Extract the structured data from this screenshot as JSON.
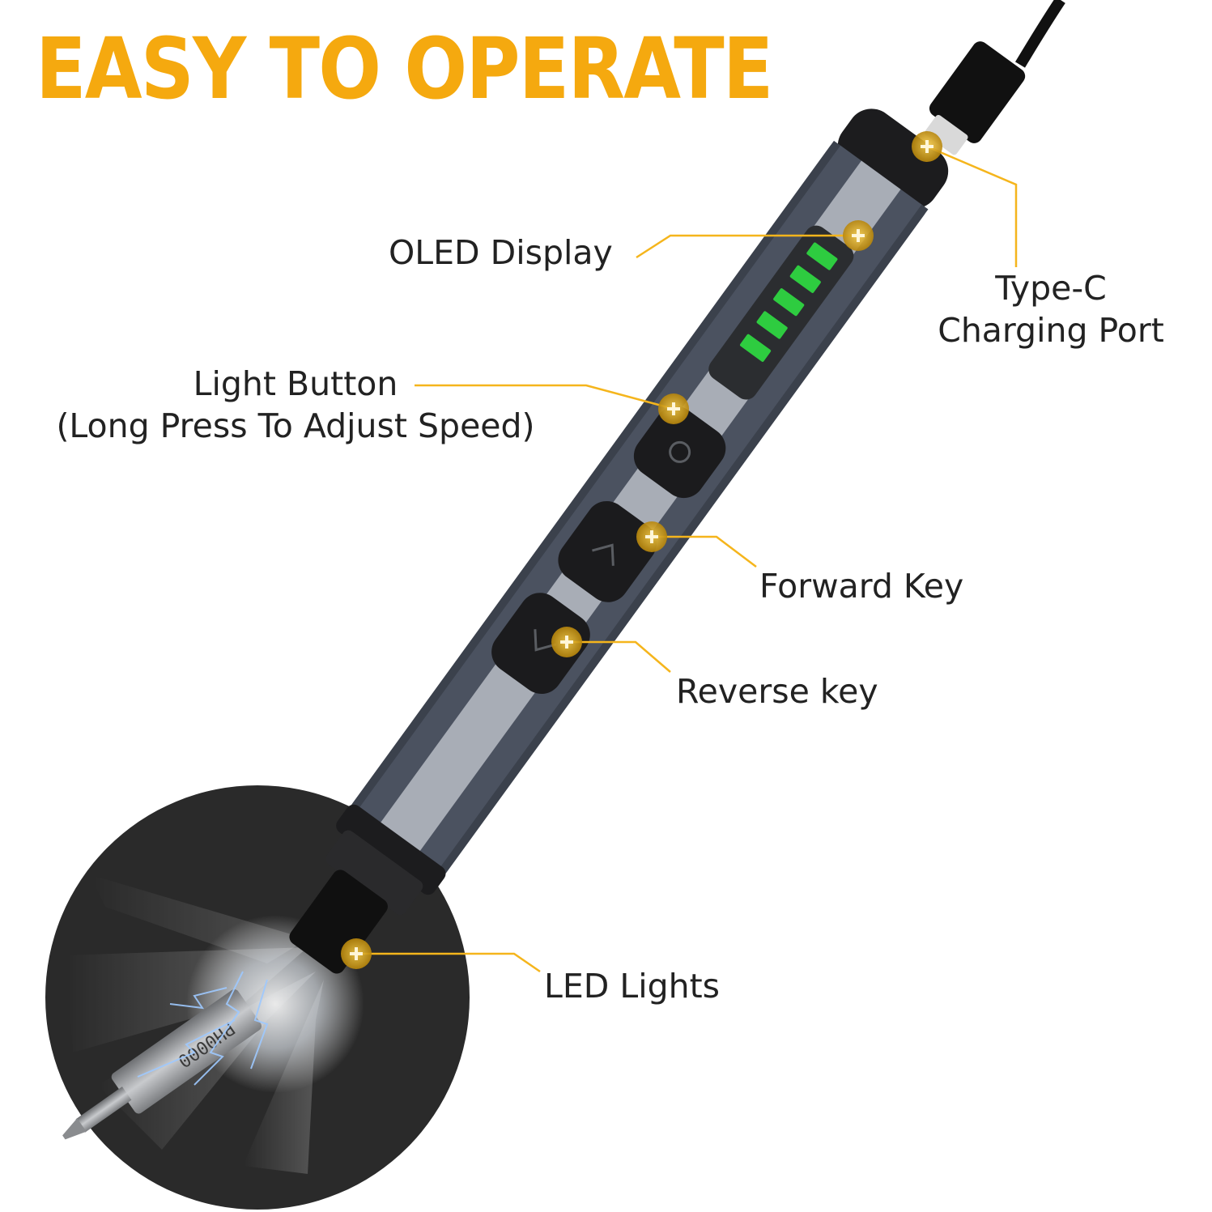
{
  "headline": "EASY TO OPERATE",
  "callouts": {
    "oled_display": "OLED Display",
    "type_c_line1": "Type-C",
    "type_c_line2": "Charging Port",
    "light_button_line1": "Light Button",
    "light_button_line2": "(Long Press To Adjust Speed)",
    "forward_key": "Forward Key",
    "reverse_key": "Reverse key",
    "led_lights": "LED Lights"
  },
  "bit_label": "PH0000",
  "battery_bars": 5,
  "colors": {
    "headline": "#f5a90f",
    "callout_line": "#f5b51c",
    "body_dark": "#4b5260",
    "body_light": "#a8adb6",
    "battery_green": "#2ecc40",
    "spot_background": "#2a2a2a"
  }
}
